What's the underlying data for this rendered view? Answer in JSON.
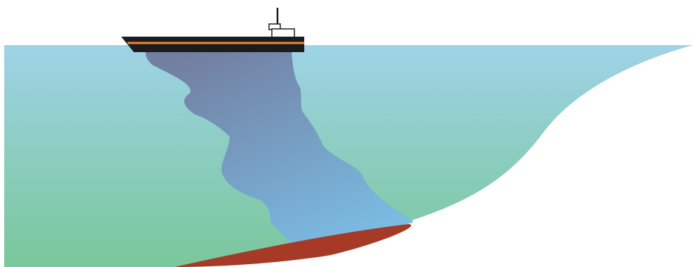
{
  "colors": {
    "background": "#ffffff",
    "water_top": "#9ed3e6",
    "water_bottom": "#79c79a",
    "plume_top": "#727fa1",
    "plume_bottom": "#7bbde4",
    "seabed_deposit": "#a63a26",
    "hull": "#1c1c1c",
    "hull_stripe": "#e9863a",
    "superstructure_fill": "#ffffff",
    "superstructure_stroke": "#1c1c1c"
  },
  "elements": {
    "ship": "vessel",
    "plume": "sediment-plume",
    "seabed": "seabed-deposit"
  }
}
